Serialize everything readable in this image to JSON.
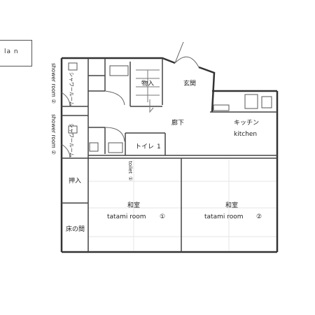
{
  "legend": {
    "text": "la n"
  },
  "rooms": {
    "storage_room": "物入",
    "entrance": "玄関",
    "hallway": "廊下",
    "kitchen_jp": "キッチン",
    "kitchen_en": "kitchen",
    "toilet_jp": "トイレ",
    "toilet_num": "1",
    "toilet_en": "toilet",
    "toilet_en_num": "①",
    "oshiire": "押入",
    "tokonoma": "床の間",
    "tatami1_jp": "和室",
    "tatami1_en": "tatami room",
    "tatami1_num": "①",
    "tatami2_jp": "和室",
    "tatami2_en": "tatami room",
    "tatami2_num": "②"
  },
  "shower_rooms": {
    "upper_jp": "シャワールーム",
    "lower_jp": "シャワールーム",
    "upper_en": "shower room ②",
    "lower_en": "shower room ②"
  },
  "colors": {
    "wall": "#333333",
    "grid": "#e4e4e4",
    "thin": "#777777"
  }
}
